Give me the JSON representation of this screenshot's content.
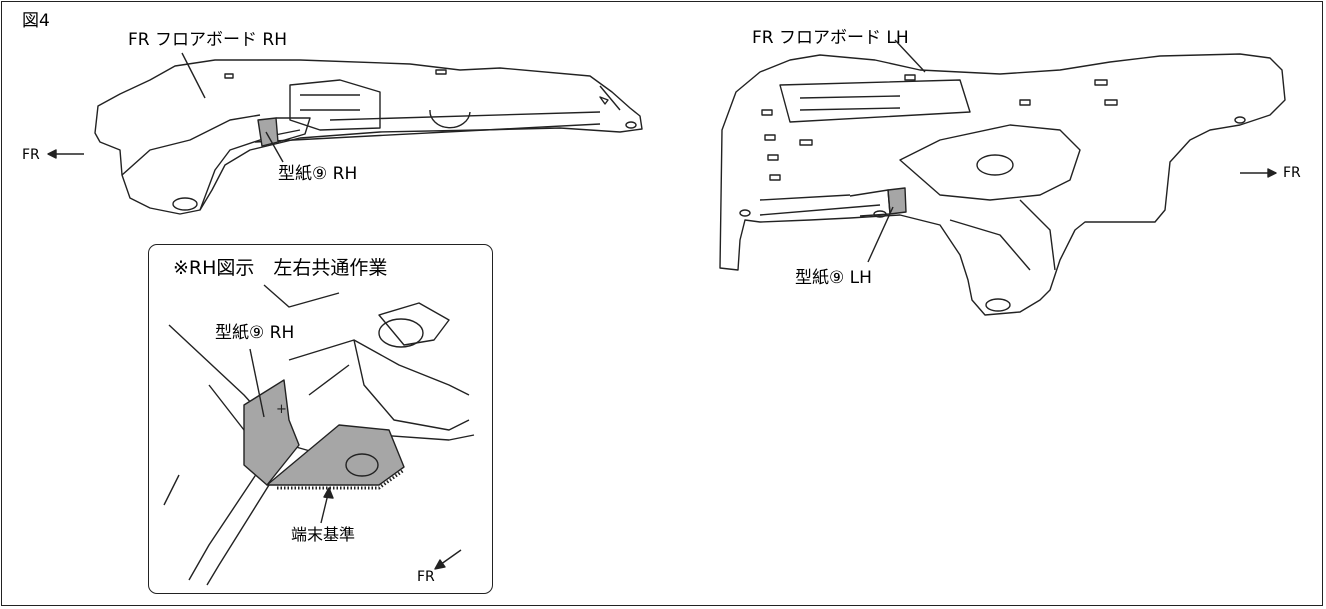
{
  "figure": {
    "title": "図4",
    "rh_part_label": "FR フロアボード RH",
    "lh_part_label": "FR フロアボード LH",
    "rh_template_label": "型紙⑨ RH",
    "lh_template_label": "型紙⑨ LH",
    "fr_left": "FR",
    "fr_right": "FR",
    "inset": {
      "heading": "※RH図示　左右共通作業",
      "template_label": "型紙⑨ RH",
      "reference_label": "端末基準",
      "fr_label": "FR"
    }
  },
  "colors": {
    "line": "#222222",
    "template_fill": "#a6a6a6",
    "background": "#ffffff"
  }
}
